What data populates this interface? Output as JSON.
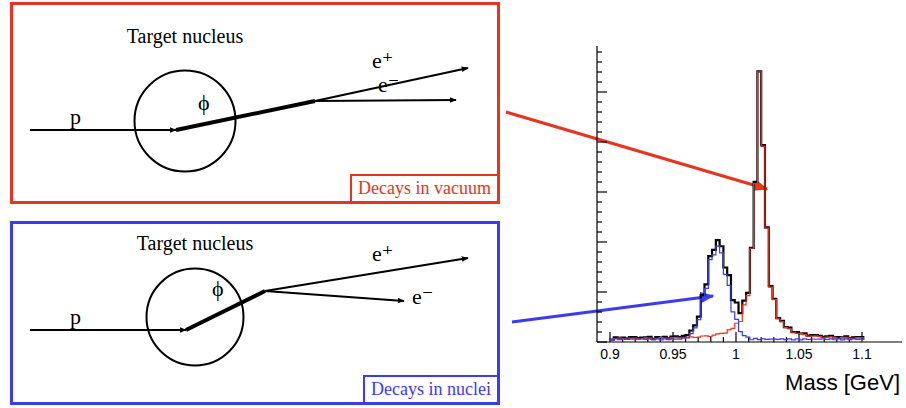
{
  "diagram": {
    "nodes": [
      {
        "text": [
          "Decays in vacuum"
        ]
      },
      {
        "text": [
          "Target nucleus"
        ],
        "in": 0
      },
      {
        "text": [
          "Decays in nuclei"
        ]
      },
      {
        "text": [
          "Target nucleus"
        ],
        "in": 2
      }
    ],
    "labels": [
      "p",
      "ϕ",
      "e⁺",
      "e⁻",
      "p",
      "ϕ",
      "e⁺",
      "e⁻",
      "0.9",
      "0.95",
      "1",
      "1.05",
      "1.1",
      "Mass [GeV]"
    ]
  }
}
